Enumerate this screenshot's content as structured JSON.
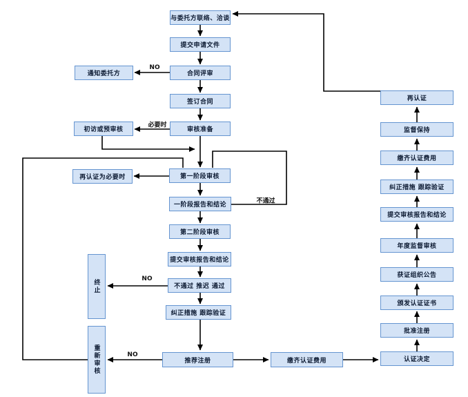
{
  "diagram": {
    "type": "flowchart",
    "language": "zh-CN",
    "colors": {
      "node_fill": "#d4e3f6",
      "node_border": "#6494d0",
      "connector": "#000000",
      "text": "#0d1b33",
      "background": "#ffffff"
    }
  },
  "nodes": {
    "contact_negotiate": "与委托方联络、洽谈",
    "submit_application": "提交申请文件",
    "contract_review": "合同评审",
    "sign_contract": "签订合同",
    "audit_preparation": "审核准备",
    "stage1_audit": "第一阶段审核",
    "stage1_report": "一阶段报告和结论",
    "stage2_audit": "第二阶段审核",
    "submit_audit_report": "提交审核报告和结论",
    "fail_postpone_pass": "不通过 推迟 通过",
    "corrective_actions": "纠正措施 跟踪验证",
    "recommend_registration": "推荐注册",
    "notify_client": "通知委托方",
    "initial_visit_preaudit": "初访或预审核",
    "recert_if_necessary": "再认证为必要时",
    "terminate": "终止",
    "re_audit": "重新审核",
    "pay_fees_bottom": "缴齐认证费用",
    "certification_decision": "认证决定",
    "approve_registration": "批准注册",
    "issue_certificate": "颁发认证证书",
    "certified_org_announcement": "获证组织公告",
    "annual_surveillance_audit": "年度监督审核",
    "submit_audit_report_right": "提交审核报告和结论",
    "corrective_actions_right": "纠正措施 跟踪验证",
    "pay_fees_right": "缴齐认证费用",
    "surveillance_maintain": "监督保持",
    "recertification": "再认证"
  },
  "edge_labels": {
    "no_contract_review": "NO",
    "if_necessary": "必要时",
    "fail": "不通过",
    "no_terminate": "NO",
    "no_re_audit": "NO"
  }
}
